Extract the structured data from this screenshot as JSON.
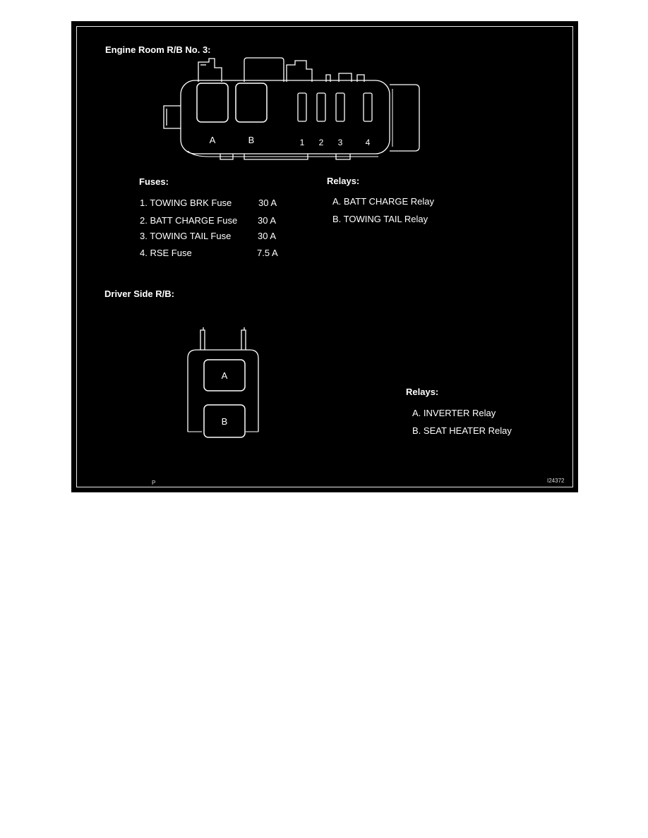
{
  "engine_room": {
    "title": "Engine Room R/B No. 3:",
    "relay_slots": [
      "A",
      "B"
    ],
    "fuse_slots": [
      "1",
      "2",
      "3",
      "4"
    ],
    "fuses_heading": "Fuses:",
    "fuses": [
      {
        "name": "1. TOWING BRK  Fuse",
        "rating": "30 A"
      },
      {
        "name": "2. BATT CHARGE Fuse",
        "rating": "30 A"
      },
      {
        "name": "3. TOWING TAIL Fuse",
        "rating": "30 A"
      },
      {
        "name": "4. RSE Fuse",
        "rating": "7.5 A"
      }
    ],
    "relays_heading": "Relays:",
    "relays": [
      "A. BATT CHARGE Relay",
      "B. TOWING TAIL Relay"
    ]
  },
  "driver_side": {
    "title": "Driver Side R/B:",
    "relay_slots": [
      "A",
      "B"
    ],
    "relays_heading": "Relays:",
    "relays": [
      "A. INVERTER Relay",
      "B. SEAT HEATER Relay"
    ]
  },
  "footer": {
    "left_mark": "P",
    "figure_id": "I24372"
  }
}
